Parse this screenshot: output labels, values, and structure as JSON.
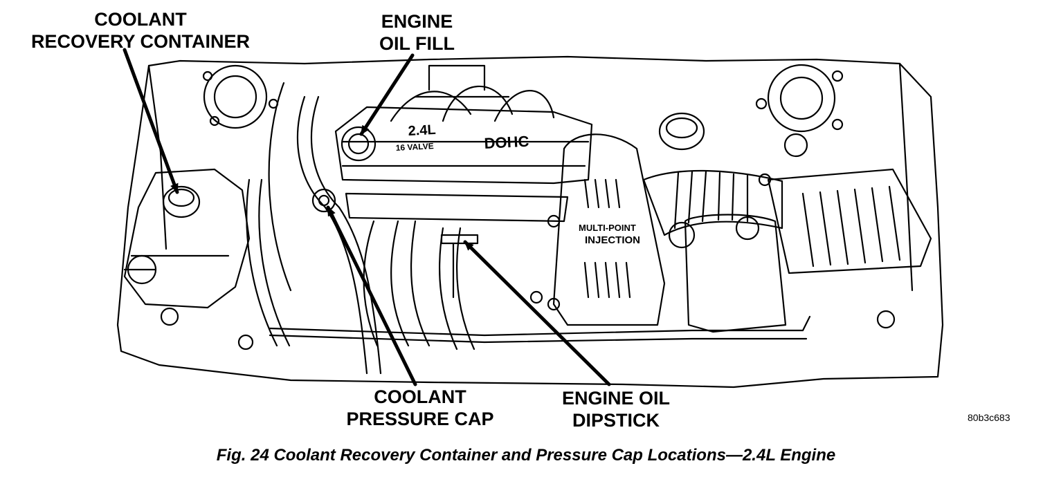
{
  "callouts": {
    "coolant_recovery": [
      "COOLANT",
      "RECOVERY CONTAINER"
    ],
    "engine_oil_fill": [
      "ENGINE",
      "OIL FILL"
    ],
    "coolant_pressure_cap": [
      "COOLANT",
      "PRESSURE CAP"
    ],
    "engine_oil_dipstick": [
      "ENGINE OIL",
      "DIPSTICK"
    ]
  },
  "engine_markings": {
    "displacement": "2.4L",
    "valves": "16 VALVE",
    "dohc": "DOHC",
    "mpi_line1": "MULTI-POINT",
    "mpi_line2": "INJECTION"
  },
  "figure_code": "80b3c683",
  "caption": "Fig. 24 Coolant Recovery Container and Pressure Cap Locations—2.4L Engine"
}
